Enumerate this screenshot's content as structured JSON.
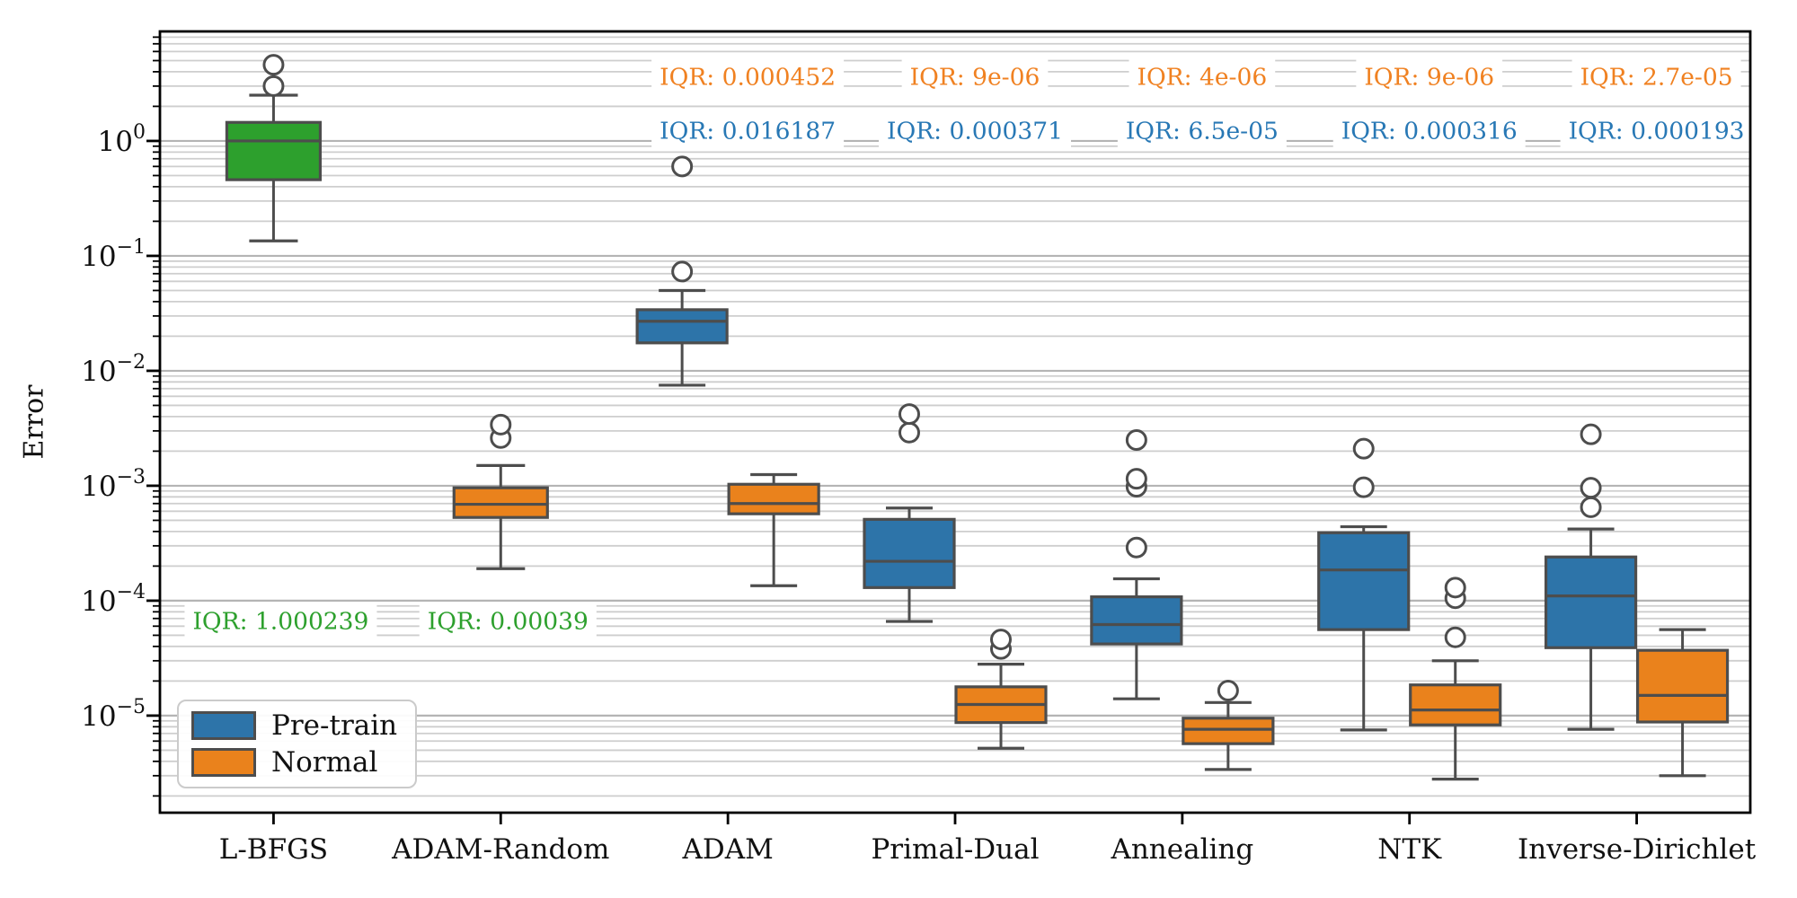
{
  "chart_data": {
    "type": "boxplot",
    "title": "",
    "ylabel": "Error",
    "xlabel": "",
    "yscale": "log",
    "ylim": [
      1.43e-06,
      8.97
    ],
    "ytick_exponents": [
      0,
      -1,
      -2,
      -3,
      -4,
      -5
    ],
    "grid": "both-major-and-minor-horizontal",
    "categories": [
      "L-BFGS",
      "ADAM-Random",
      "ADAM",
      "Primal-Dual",
      "Annealing",
      "NTK",
      "Inverse-Dirichlet"
    ],
    "legend": [
      {
        "label": "Pre-train",
        "color": "blue"
      },
      {
        "label": "Normal",
        "color": "orange"
      }
    ],
    "legend_position": "lower-left",
    "colors": {
      "blue": "#2d74a9",
      "orange": "#ea821c",
      "green": "#2da02d",
      "edge": "#4d4d4d",
      "grid_minor": "#cecece",
      "grid_major": "#b4b4b4",
      "annotation_blue": "#2878b5",
      "annotation_orange": "#f08121",
      "annotation_green": "#2da02d"
    },
    "boxes": [
      {
        "category": "L-BFGS",
        "series": "single",
        "color": "green",
        "whisker_low": 0.135,
        "q1": 0.46,
        "median": 1.0,
        "q3": 1.45,
        "whisker_high": 2.5,
        "outliers": [
          3.0,
          4.6
        ]
      },
      {
        "category": "ADAM-Random",
        "series": "single",
        "color": "orange",
        "whisker_low": 0.00019,
        "q1": 0.00053,
        "median": 0.00069,
        "q3": 0.00096,
        "whisker_high": 0.0015,
        "outliers": [
          0.0026,
          0.0034
        ]
      },
      {
        "category": "ADAM",
        "series": "Pre-train",
        "color": "blue",
        "whisker_low": 0.0075,
        "q1": 0.0175,
        "median": 0.027,
        "q3": 0.034,
        "whisker_high": 0.05,
        "outliers": [
          0.073,
          0.6
        ]
      },
      {
        "category": "ADAM",
        "series": "Normal",
        "color": "orange",
        "whisker_low": 0.000135,
        "q1": 0.00057,
        "median": 0.0007,
        "q3": 0.00103,
        "whisker_high": 0.00125,
        "outliers": []
      },
      {
        "category": "Primal-Dual",
        "series": "Pre-train",
        "color": "blue",
        "whisker_low": 6.6e-05,
        "q1": 0.00013,
        "median": 0.00022,
        "q3": 0.00051,
        "whisker_high": 0.00064,
        "outliers": [
          0.0029,
          0.0042
        ]
      },
      {
        "category": "Primal-Dual",
        "series": "Normal",
        "color": "orange",
        "whisker_low": 5.2e-06,
        "q1": 8.7e-06,
        "median": 1.25e-05,
        "q3": 1.78e-05,
        "whisker_high": 2.8e-05,
        "outliers": [
          3.8e-05,
          4.6e-05
        ]
      },
      {
        "category": "Annealing",
        "series": "Pre-train",
        "color": "blue",
        "whisker_low": 1.4e-05,
        "q1": 4.2e-05,
        "median": 6.2e-05,
        "q3": 0.000108,
        "whisker_high": 0.000155,
        "outliers": [
          0.00029,
          0.00098,
          0.00115,
          0.0025
        ]
      },
      {
        "category": "Annealing",
        "series": "Normal",
        "color": "orange",
        "whisker_low": 3.4e-06,
        "q1": 5.7e-06,
        "median": 7.6e-06,
        "q3": 9.5e-06,
        "whisker_high": 1.3e-05,
        "outliers": [
          1.65e-05
        ]
      },
      {
        "category": "NTK",
        "series": "Pre-train",
        "color": "blue",
        "whisker_low": 7.5e-06,
        "q1": 5.6e-05,
        "median": 0.000185,
        "q3": 0.00039,
        "whisker_high": 0.00044,
        "outliers": [
          0.00097,
          0.0021
        ]
      },
      {
        "category": "NTK",
        "series": "Normal",
        "color": "orange",
        "whisker_low": 2.8e-06,
        "q1": 8.3e-06,
        "median": 1.12e-05,
        "q3": 1.85e-05,
        "whisker_high": 3e-05,
        "outliers": [
          4.8e-05,
          0.000105,
          0.00013
        ]
      },
      {
        "category": "Inverse-Dirichlet",
        "series": "Pre-train",
        "color": "blue",
        "whisker_low": 7.6e-06,
        "q1": 3.9e-05,
        "median": 0.00011,
        "q3": 0.00024,
        "whisker_high": 0.00042,
        "outliers": [
          0.00065,
          0.00096,
          0.0028
        ]
      },
      {
        "category": "Inverse-Dirichlet",
        "series": "Normal",
        "color": "orange",
        "whisker_low": 3e-06,
        "q1": 8.8e-06,
        "median": 1.5e-05,
        "q3": 3.7e-05,
        "whisker_high": 5.6e-05,
        "outliers": []
      }
    ],
    "annotations": [
      {
        "text": "IQR: 1.000239",
        "color": "green",
        "category": "L-BFGS",
        "row": "low"
      },
      {
        "text": "IQR: 0.00039",
        "color": "green",
        "category": "ADAM-Random",
        "row": "low"
      },
      {
        "text": "IQR: 0.000452",
        "color": "orange",
        "category": "ADAM",
        "row": "orange"
      },
      {
        "text": "IQR: 0.016187",
        "color": "blue",
        "category": "ADAM",
        "row": "blue"
      },
      {
        "text": "IQR: 9e-06",
        "color": "orange",
        "category": "Primal-Dual",
        "row": "orange"
      },
      {
        "text": "IQR: 0.000371",
        "color": "blue",
        "category": "Primal-Dual",
        "row": "blue"
      },
      {
        "text": "IQR: 4e-06",
        "color": "orange",
        "category": "Annealing",
        "row": "orange"
      },
      {
        "text": "IQR: 6.5e-05",
        "color": "blue",
        "category": "Annealing",
        "row": "blue"
      },
      {
        "text": "IQR: 9e-06",
        "color": "orange",
        "category": "NTK",
        "row": "orange"
      },
      {
        "text": "IQR: 0.000316",
        "color": "blue",
        "category": "NTK",
        "row": "blue"
      },
      {
        "text": "IQR: 2.7e-05",
        "color": "orange",
        "category": "Inverse-Dirichlet",
        "row": "orange"
      },
      {
        "text": "IQR: 0.000193",
        "color": "blue",
        "category": "Inverse-Dirichlet",
        "row": "blue"
      }
    ]
  }
}
